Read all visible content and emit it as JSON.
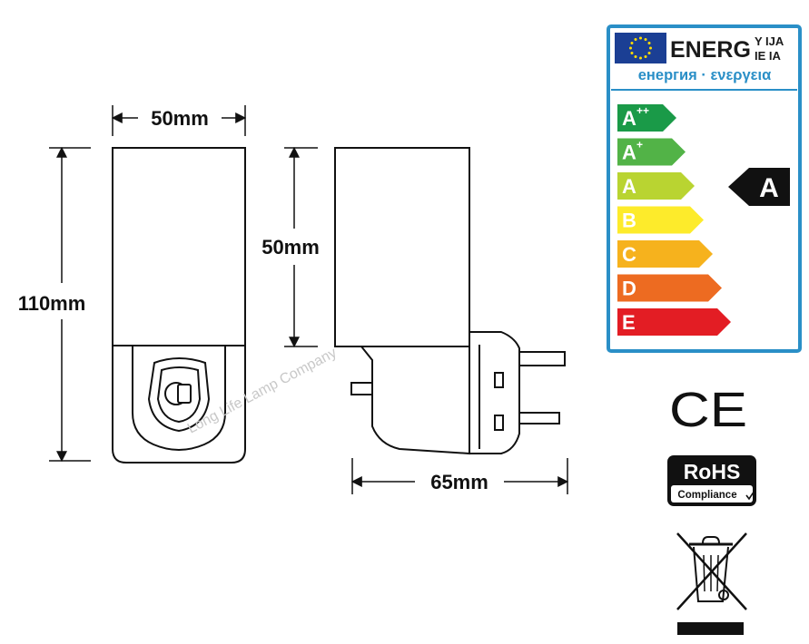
{
  "dimensions": {
    "front_width": "50mm",
    "front_height": "110mm",
    "side_head_height": "50mm",
    "side_depth": "65mm"
  },
  "watermark": "Long Life Lamp Company",
  "energy_label": {
    "header_main": "ENERG",
    "header_suffix_top": "Y IJA",
    "header_suffix_bottom": "IE IA",
    "subtitle": "енергия · ενεργεια",
    "classes": [
      {
        "letter": "A",
        "sup": "++",
        "color": "#1a9a48"
      },
      {
        "letter": "A",
        "sup": "+",
        "color": "#52b347"
      },
      {
        "letter": "A",
        "sup": "",
        "color": "#b9d431"
      },
      {
        "letter": "B",
        "sup": "",
        "color": "#fdeb2b"
      },
      {
        "letter": "C",
        "sup": "",
        "color": "#f6b21d"
      },
      {
        "letter": "D",
        "sup": "",
        "color": "#ed6b21"
      },
      {
        "letter": "E",
        "sup": "",
        "color": "#e31d24"
      }
    ],
    "rating": "A",
    "border_color": "#2a8fc7",
    "flag_color": "#1b3f94"
  },
  "marks": {
    "ce": "CE",
    "rohs": "RoHS",
    "rohs_sub": "Compliance",
    "weee": "crossed-out-wheelie-bin-icon"
  }
}
